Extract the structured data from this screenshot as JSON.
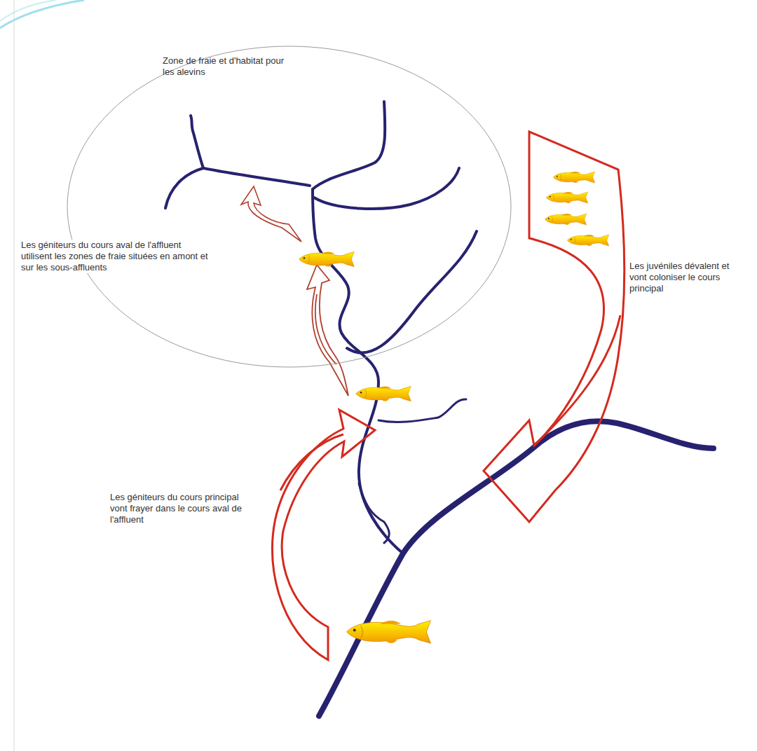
{
  "diagram": {
    "nodes": [
      {
        "text": [
          "Zone de fraie et d'habitat pour les alevins"
        ]
      }
    ],
    "labels": [
      "Les géniteurs du cours aval de l'affluent utilisent les zones de fraie situées en amont et sur les sous-affluents",
      "Les géniteurs du cours principal vont frayer dans le cours aval de l'affluent",
      "Les juvéniles dévalent et vont coloniser le cours principal"
    ]
  }
}
